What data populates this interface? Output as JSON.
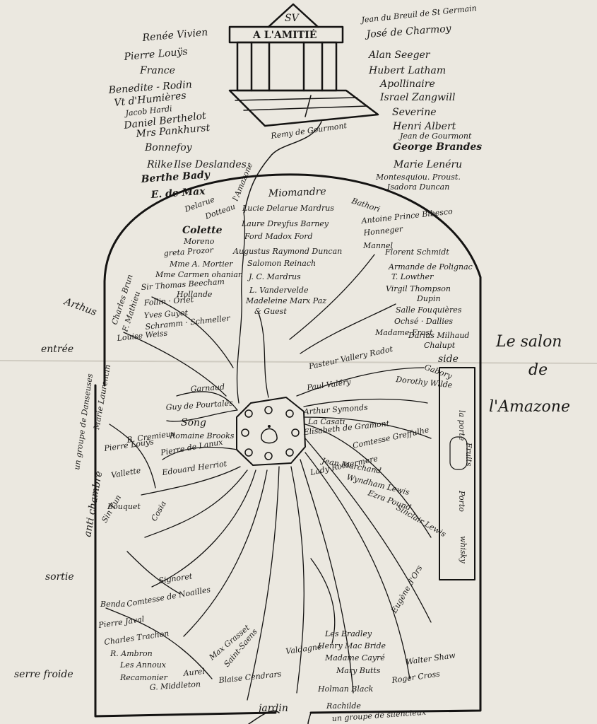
{
  "temple": {
    "badge": "SV",
    "title": "A L'AMITIÉ"
  },
  "path_top_label": "Remy de Gourmont",
  "amazone_path_label": "l'Amazone",
  "outside_left": [
    "Renée Vivien",
    "Pierre Louÿs",
    "France",
    "Benedite - Rodin",
    "Vt d'Humières",
    "Jacob Hardi",
    "Daniel Berthelot",
    "Mrs Pankhurst",
    "Bonnefoy",
    "Rilke",
    "Ilse Deslandes",
    "Berthe Bady",
    "E. de Max"
  ],
  "outside_right": [
    "Jean du Breuil de St Germain",
    "José de Charmoy",
    "Alan Seeger",
    "Hubert Latham",
    "Apollinaire",
    "Israel Zangwill",
    "Severine",
    "Henri Albert",
    "Jean de Gourmont",
    "George Brandes",
    "Marie Lenéru",
    "Montesquiou. Proust.",
    "Isadora Duncan"
  ],
  "dome_left": [
    "Delarue",
    "Dotteau",
    "Colette",
    "Moreno",
    "greta Prozor",
    "Mme A. Mortier",
    "Mme Carmen ohanian",
    "Sir Thomas Beecham",
    "Hollande",
    "Follin · Orlet",
    "Yves Guyot",
    "Schramm · Schmeller",
    "Louise Weiss"
  ],
  "dome_left_edge": [
    "Charles Brun",
    "F. Mathieu",
    "Arthus"
  ],
  "dome_center": [
    "Miomandre",
    "Lucie Delarue Mardrus",
    "Laure Dreyfus Barney",
    "Ford Madox Ford",
    "Augustus Raymond Duncan",
    "Salomon Reinach",
    "J. C. Mardrus",
    "L. Vandervelde",
    "Madeleine Marx Paz",
    "& Guest"
  ],
  "dome_right": [
    "Bathori",
    "Antoine Prince Bibesco",
    "Honneger",
    "Mannel",
    "Florent Schmidt",
    "Armande de Polignac",
    "T. Lowther",
    "Virgil Thompson",
    "Dupin",
    "Salle Fouquières",
    "Ochsé · Dallies",
    "Madame Frost",
    "Darius Milhaud",
    "Chalupt"
  ],
  "salon_title": [
    "Le salon",
    "de",
    "l'Amazone"
  ],
  "side_labels": {
    "entree": "entrée",
    "anti_chambre": "anti chambre",
    "sortie": "sortie",
    "serre_froide": "serre froide",
    "jardin": "jardin",
    "side": "side"
  },
  "left_rail": [
    "Marie Laurencin",
    "Pierre Louÿs",
    "Vallette",
    "Sin Tun",
    "Bouquet"
  ],
  "salon_left": [
    "Garnaud",
    "Guy de Pourtalès",
    "Song",
    "Romaine Brooks",
    "Edouard Herriot",
    "Cosia",
    "B. Cremieux",
    "Pierre de Lanux",
    "Signoret"
  ],
  "salon_center_right": [
    "Pasteur Vallery Radot",
    "Gabory",
    "Dorothy Wilde",
    "Paul Valéry",
    "Arthur Symonds",
    "La Casati",
    "Elisabeth de Gramont",
    "Comtesse Greffulhe",
    "Jean Marchand",
    "Wyndham Lewis",
    "Lady Rothermere",
    "Ezra Pound",
    "Sinclair Lewis"
  ],
  "salon_bottom": [
    "Benda",
    "Comtesse de Noailles",
    "Pierre Javal",
    "Charles Trachon",
    "R. Ambron",
    "Les Annoux",
    "Recamonier",
    "Max Grasset",
    "Aurel",
    "Saint-Saens",
    "G. Middleton",
    "Blaise Cendrars",
    "Valdagne",
    "Les Bradley",
    "Henry Mac Bride",
    "Madame Cayré",
    "Mary Butts",
    "Holman Black",
    "Rachilde",
    "Walter Shaw",
    "Roger Cross",
    "Eugène d'Ors"
  ],
  "buffet_labels": [
    "la porte",
    "Fruits",
    "Porto",
    "whisky"
  ],
  "bottom_caption": "un groupe de silencieux",
  "legend_vertical": "un groupe de Danseuses"
}
